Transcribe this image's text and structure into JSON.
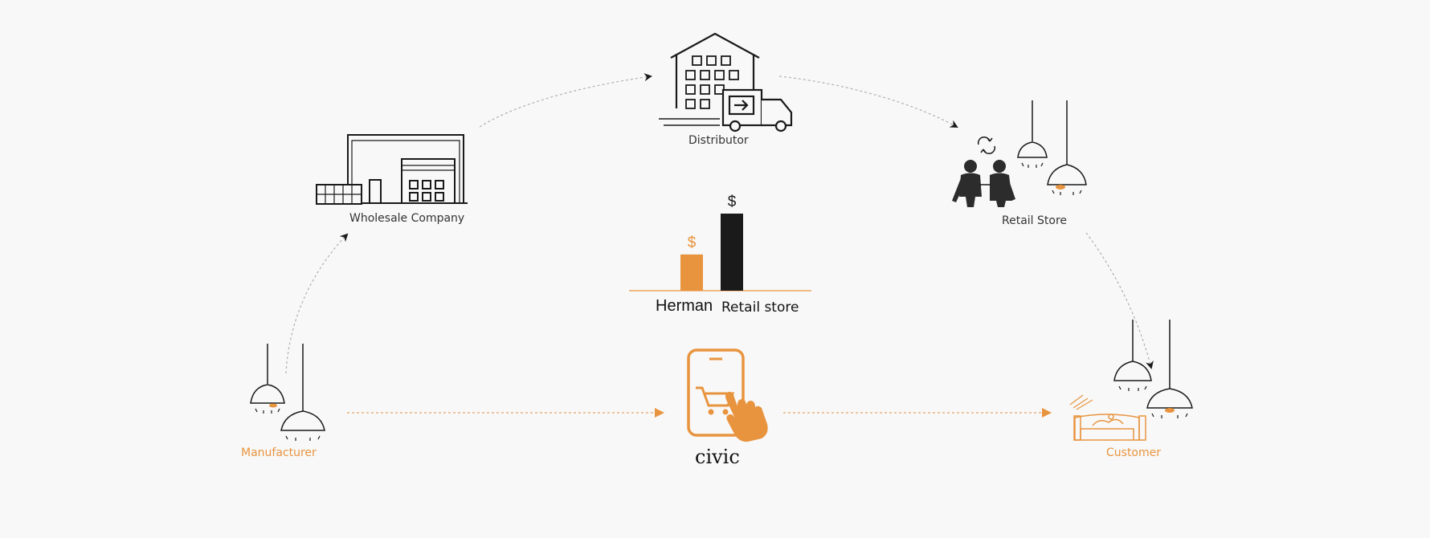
{
  "colors": {
    "accent": "#e8943f",
    "ink": "#1a1a1a",
    "arrow_gray": "#b5b5b5"
  },
  "nodes": {
    "distributor": {
      "label": "Distributor",
      "icon": "warehouse-truck-icon"
    },
    "wholesale": {
      "label": "Wholesale Company",
      "icon": "wholesale-building-icon"
    },
    "retail": {
      "label": "Retail Store",
      "icon": "people-lamps-icon"
    },
    "manufacturer": {
      "label": "Manufacturer",
      "icon": "pendant-lamps-icon"
    },
    "customer": {
      "label": "Customer",
      "icon": "sofa-lamps-icon"
    },
    "civic": {
      "label": "civic",
      "icon": "phone-cart-icon"
    }
  },
  "price_chart": {
    "bars": [
      {
        "name": "Herman",
        "symbol": "$",
        "relative_height": 0.47,
        "color": "#e8943f"
      },
      {
        "name": "Retail store",
        "symbol": "$",
        "relative_height": 1.0,
        "color": "#1a1a1a"
      }
    ]
  }
}
